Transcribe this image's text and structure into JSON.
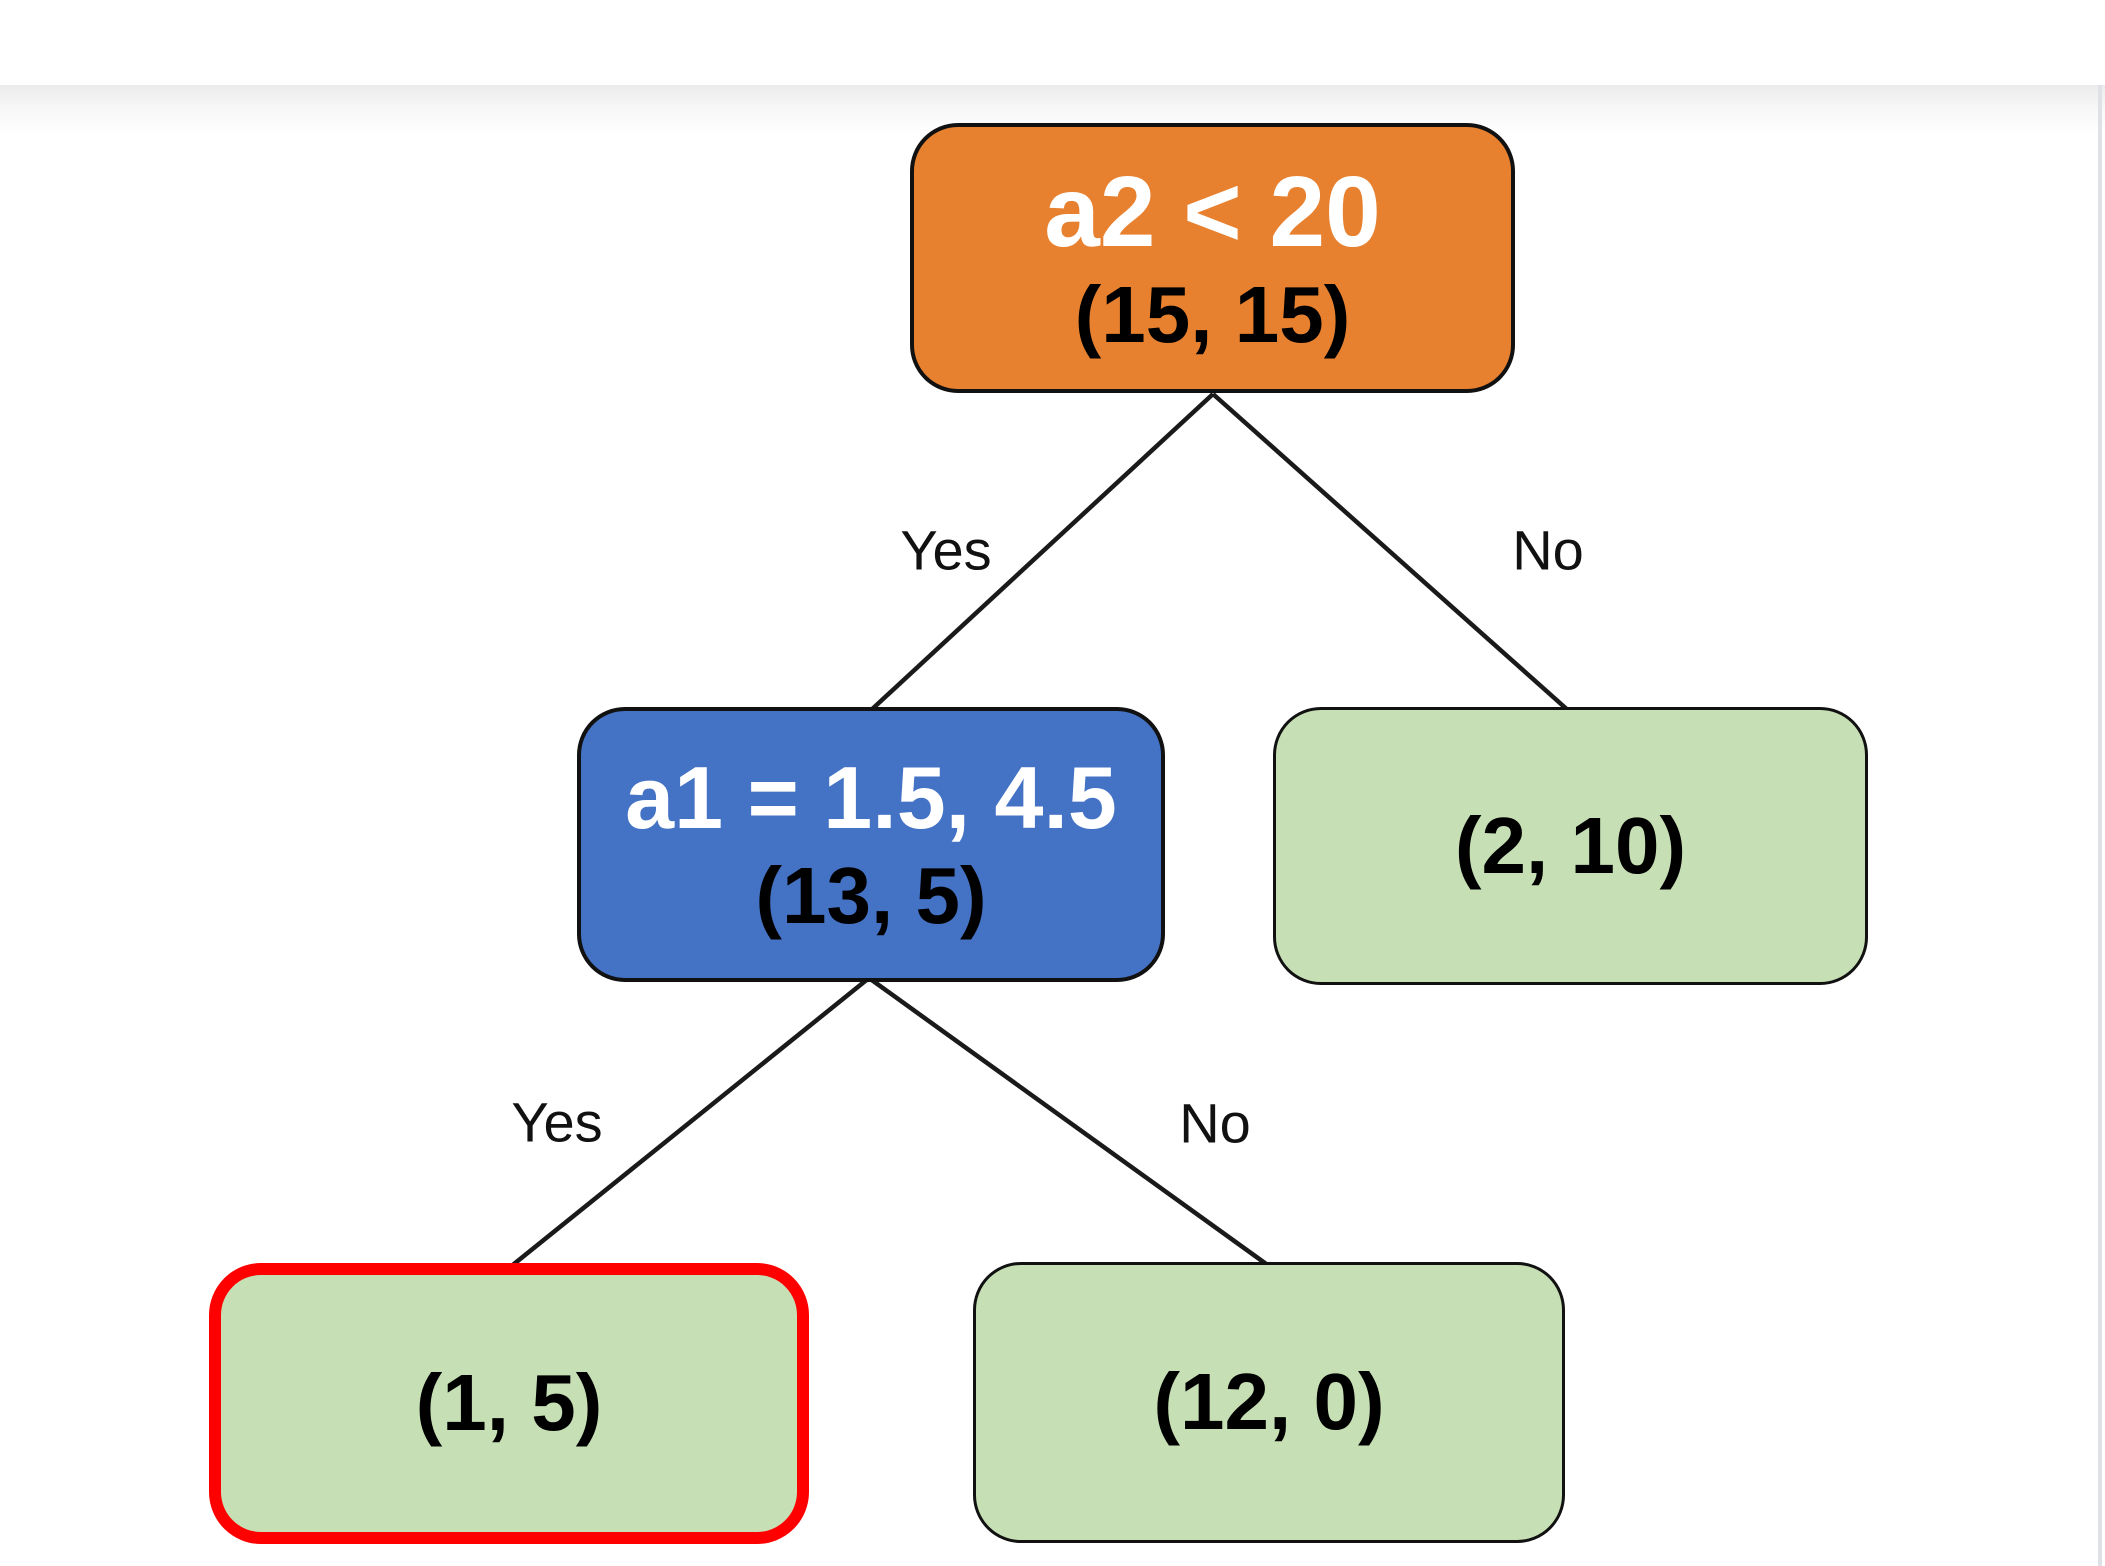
{
  "colors": {
    "background": "#FFFFFF",
    "top_shadow": "#EBEBEB",
    "right_edge_line": "#DFE1E6",
    "edge_stroke": "#1A1A1A",
    "node_orange": "#E8812F",
    "node_blue": "#4472C4",
    "node_green": "#C6DFB4",
    "node_border": "#111111",
    "highlight_red": "#FF0000",
    "title_text": "#FFFFFF",
    "body_text": "#000000"
  },
  "tree": {
    "nodes": [
      {
        "id": "root-decision",
        "type": "decision",
        "title": "a2 < 20",
        "subtitle": "(15, 15)",
        "color": "#E8812F"
      },
      {
        "id": "internal-decision",
        "type": "decision",
        "title": "a1 = 1.5, 4.5",
        "subtitle": "(13, 5)",
        "color": "#4472C4"
      },
      {
        "id": "leaf-right",
        "type": "leaf",
        "label": "(2, 10)",
        "color": "#C6DFB4"
      },
      {
        "id": "leaf-bottom-left",
        "type": "leaf",
        "label": "(1, 5)",
        "color": "#C6DFB4",
        "highlighted": true,
        "highlight_color": "#FF0000"
      },
      {
        "id": "leaf-bottom-right",
        "type": "leaf",
        "label": "(12, 0)",
        "color": "#C6DFB4"
      }
    ],
    "edge_labels": [
      {
        "id": "root-yes",
        "text": "Yes"
      },
      {
        "id": "root-no",
        "text": "No"
      },
      {
        "id": "internal-yes",
        "text": "Yes"
      },
      {
        "id": "internal-no",
        "text": "No"
      }
    ]
  }
}
